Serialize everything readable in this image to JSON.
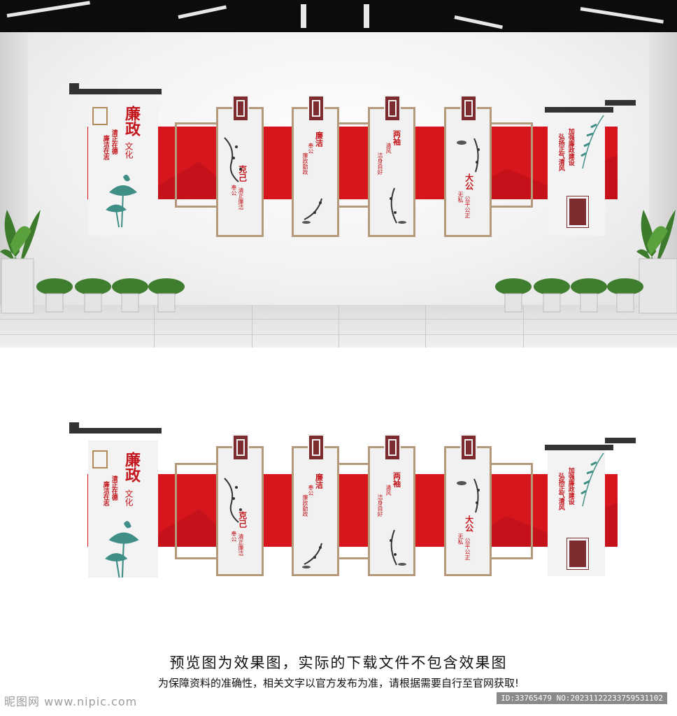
{
  "panels": {
    "left_title": "廉政",
    "left_subtitle": "文化",
    "left_line1": "清正在德",
    "left_line2": "廉洁在志",
    "scroll1_title": "克己",
    "scroll1_small": "奉公",
    "scroll1_line": "清正廉洁",
    "scroll2_title": "廉洁",
    "scroll2_small": "奉公",
    "scroll2_line": "廉政勤政",
    "scroll3_title": "两袖",
    "scroll3_small": "清风",
    "scroll3_line": "洁身自好",
    "scroll4_title": "大公",
    "scroll4_small": "无私",
    "scroll4_line": "公平公正",
    "right_line1": "加强廉政建设",
    "right_line2": "弘扬正气清风"
  },
  "caption": {
    "line1": "预览图为效果图，实际的下载文件不包含效果图",
    "line2": "为保障资料的准确性，相关文字以官方发布为准，请根据需要自行至官网获取!"
  },
  "watermark": {
    "site": "昵图网 www.nipic.com",
    "id": "ID:33765479 NO:20231122233759531102"
  },
  "colors": {
    "red": "#d7151d",
    "maroon": "#7d2b2e",
    "wood": "#b49a7a",
    "teal": "#3f8f86"
  }
}
